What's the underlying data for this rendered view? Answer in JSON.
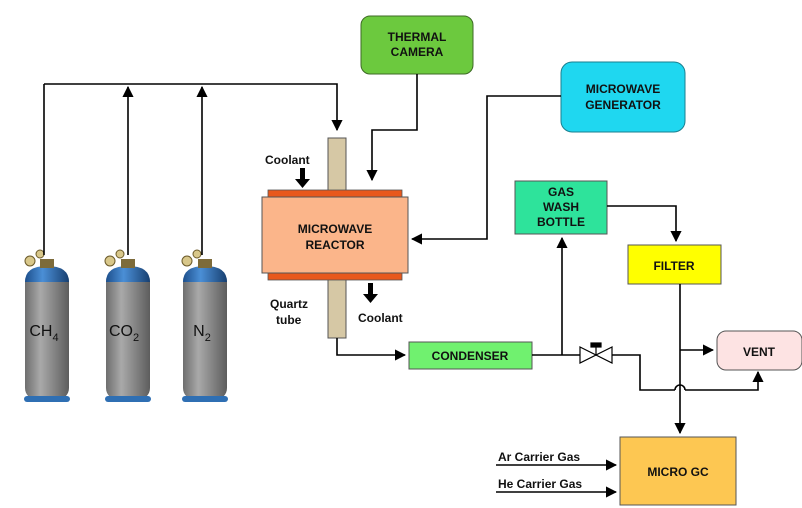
{
  "cylinders": [
    {
      "id": "ch4",
      "formula": "CH",
      "subscript": "4"
    },
    {
      "id": "co2",
      "formula": "CO",
      "subscript": "2"
    },
    {
      "id": "n2",
      "formula": "N",
      "subscript": "2"
    }
  ],
  "boxes": {
    "thermal_camera": [
      "THERMAL",
      "CAMERA"
    ],
    "microwave_generator": [
      "MICROWAVE",
      "GENERATOR"
    ],
    "microwave_reactor": [
      "MICROWAVE",
      "REACTOR"
    ],
    "gas_wash_bottle": [
      "GAS",
      "WASH",
      "BOTTLE"
    ],
    "filter": "FILTER",
    "condenser": "CONDENSER",
    "vent": "VENT",
    "micro_gc": "MICRO GC"
  },
  "labels": {
    "coolant_in": "Coolant",
    "coolant_out": "Coolant",
    "quartz_tube": [
      "Quartz",
      "tube"
    ],
    "ar_carrier": "Ar Carrier Gas",
    "he_carrier": "He Carrier Gas"
  },
  "colors": {
    "thermal_camera": "#6cc93e",
    "microwave_generator": "#1fd7f0",
    "reactor": "#fbb58a",
    "reactor_plate": "#e8581c",
    "gas_wash_bottle": "#2ee39b",
    "filter": "#ffff00",
    "condenser": "#70f16f",
    "vent": "#fde3e3",
    "micro_gc": "#fdc752",
    "quartz_tube": "#d6c8a5",
    "cylinder": "#8a8a8a",
    "cylinder_cap": "#2f6fb3"
  }
}
